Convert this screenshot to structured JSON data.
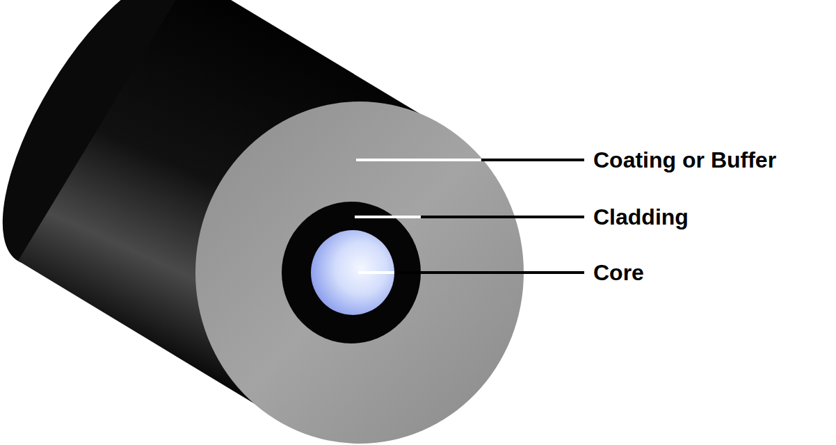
{
  "diagram": {
    "labels": [
      "Coating or Buffer",
      "Cladding",
      "Core"
    ]
  }
}
